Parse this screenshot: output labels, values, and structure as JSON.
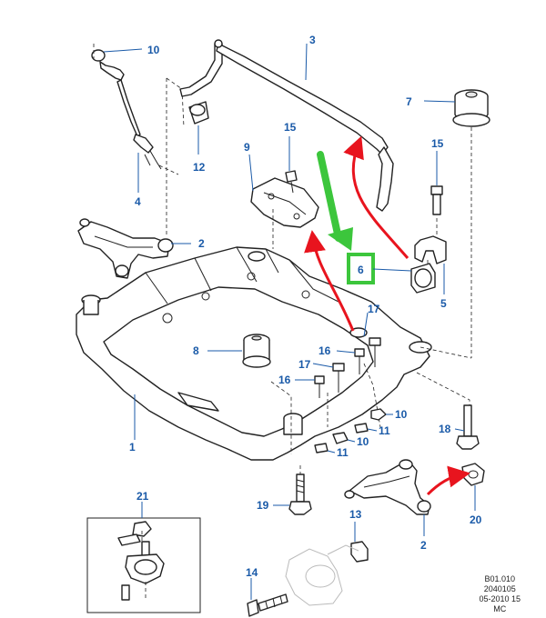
{
  "callouts": {
    "c1": "1",
    "c2a": "2",
    "c2b": "2",
    "c3": "3",
    "c4": "4",
    "c5": "5",
    "c6": "6",
    "c7": "7",
    "c8": "8",
    "c9": "9",
    "c10a": "10",
    "c10b": "10",
    "c10c": "10",
    "c11a": "11",
    "c11b": "11",
    "c12": "12",
    "c13": "13",
    "c14": "14",
    "c15a": "15",
    "c15b": "15",
    "c16a": "16",
    "c16b": "16",
    "c17a": "17",
    "c17b": "17",
    "c18": "18",
    "c19": "19",
    "c20": "20",
    "c21": "21"
  },
  "reference": {
    "line1": "B01.010",
    "line2": "2040105",
    "line3": "05-2010 15",
    "line4": "MC"
  },
  "colors": {
    "callout": "#1a5aa8",
    "highlight_arrow": "#3cc63c",
    "highlight_box": "#3cc63c",
    "pointer_arrow": "#e8141e"
  }
}
